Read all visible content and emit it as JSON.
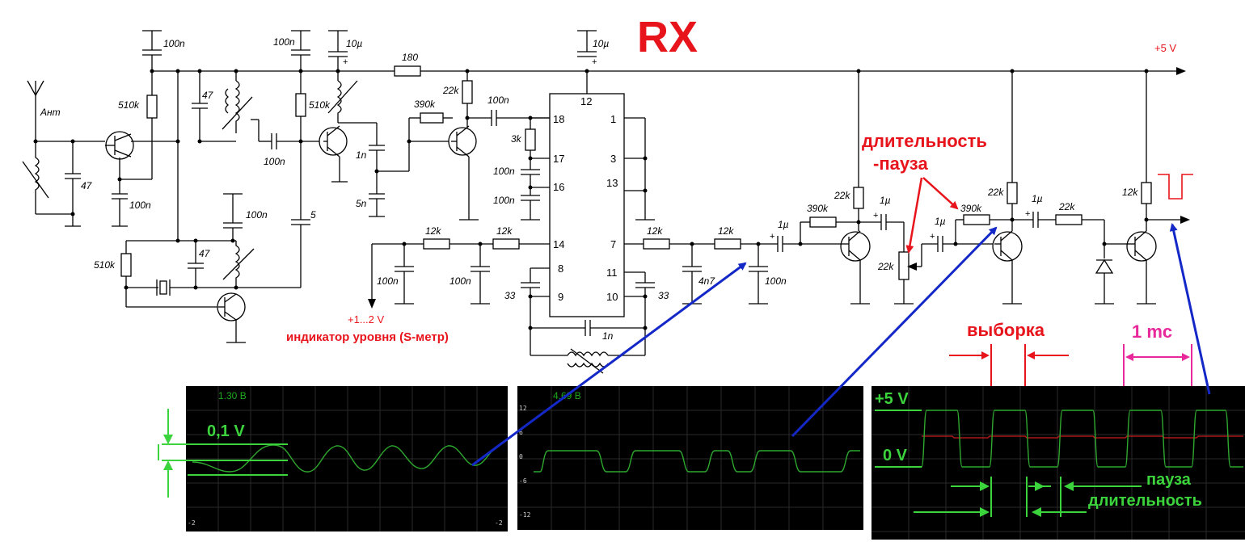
{
  "title": "RX",
  "supply_label": "+5 V",
  "antenna_label": "Ант",
  "components": {
    "c_100n_a": "100n",
    "c_100n_b": "100n",
    "c_100n_c": "100n",
    "c_100n_d": "100n",
    "c_100n_e": "100n",
    "c_100n_f": "100n",
    "c_100n_g": "100n",
    "c_100n_h": "100n",
    "c_100n_i": "100n",
    "c_100n_j": "100n",
    "c_100n_k": "100n",
    "c_10u_a": "10µ",
    "c_10u_b": "10µ",
    "r_180": "180",
    "r_22k_a": "22k",
    "r_390k_a": "390k",
    "r_3k": "3k",
    "r_510k_a": "510k",
    "r_510k_b": "510k",
    "r_510k_c": "510k",
    "c_47_a": "47",
    "c_47_b": "47",
    "c_47_c": "47",
    "c_1n_a": "1n",
    "c_5n": "5n",
    "c_5": "5",
    "r_12k_a": "12k",
    "r_12k_b": "12k",
    "r_12k_c": "12k",
    "r_12k_d": "12k",
    "c_33_a": "33",
    "c_33_b": "33",
    "c_4n7": "4n7",
    "c_1n_b": "1n",
    "c_1u_a": "1µ",
    "c_1u_b": "1µ",
    "c_1u_c": "1µ",
    "c_1u_d": "1µ",
    "r_390k_b": "390k",
    "r_390k_c": "390k",
    "r_22k_b": "22k",
    "r_22k_c": "22k",
    "r_22k_pot": "22k",
    "r_22k_d": "22k",
    "r_12k_e": "12k"
  },
  "ic_pins": {
    "p12": "12",
    "p18": "18",
    "p17": "17",
    "p16": "16",
    "p14": "14",
    "p8": "8",
    "p9": "9",
    "p1": "1",
    "p3": "3",
    "p13": "13",
    "p7": "7",
    "p11": "11",
    "p10": "10"
  },
  "annotations": {
    "duration_pause_1": "длительность",
    "duration_pause_2": "-пауза",
    "level_voltage": "+1...2 V",
    "level_indicator": "индикатор уровня (S-метр)",
    "sample": "выборка",
    "one_ms": "1 mc",
    "pause": "пауза",
    "duration": "длительность"
  },
  "scopes": {
    "scope1": {
      "reading": "1.30 В",
      "amplitude_label": "0,1 V"
    },
    "scope2": {
      "reading": "4.69 В"
    },
    "scope3": {
      "high_label": "+5 V",
      "low_label": "0 V"
    }
  },
  "colors": {
    "annotation_red": "#e8141c",
    "arrow_blue": "#1428c8",
    "trace_green": "#3cd43c",
    "scope_bg": "#000000",
    "pulse_magenta": "#e8289a"
  }
}
